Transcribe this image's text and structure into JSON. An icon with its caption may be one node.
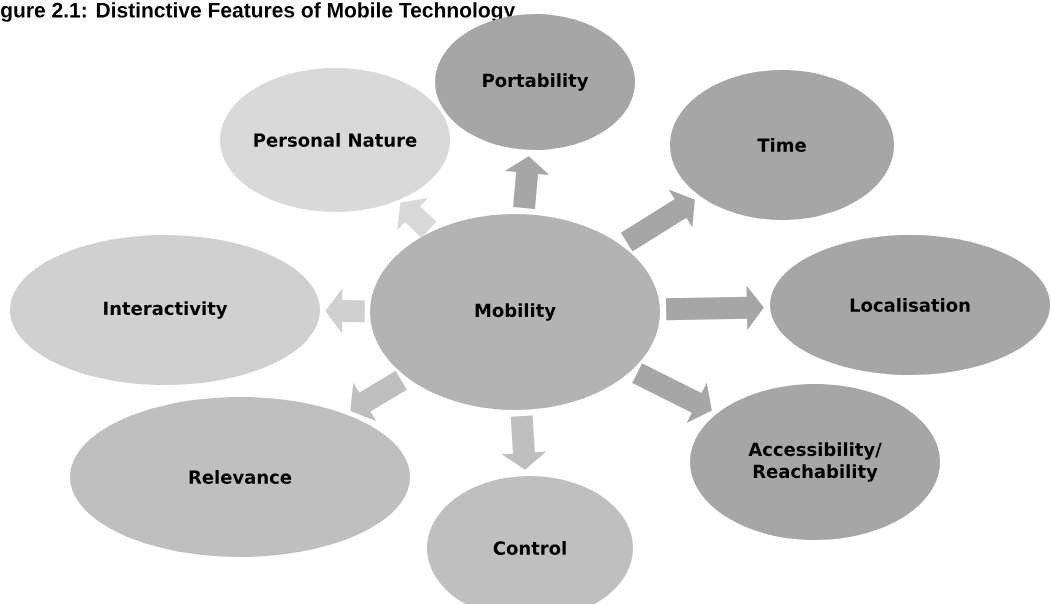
{
  "diagram": {
    "title": "gure 2.1: Distinctive Features of Mobile Technology",
    "nodes": [
      {
        "text": [
          "Mobility"
        ]
      },
      {
        "text": [
          "Portability"
        ]
      },
      {
        "text": [
          "Time"
        ]
      },
      {
        "text": [
          "Localisation"
        ]
      },
      {
        "text": [
          "Accessibility/ Reachability"
        ]
      },
      {
        "text": [
          "Control"
        ]
      },
      {
        "text": [
          "Relevance"
        ]
      },
      {
        "text": [
          "Interactivity"
        ]
      },
      {
        "text": [
          "Personal Nature"
        ]
      }
    ],
    "edges": [
      {
        "from": 0,
        "to": 1,
        "arrow": "to"
      },
      {
        "from": 0,
        "to": 2,
        "arrow": "to"
      },
      {
        "from": 0,
        "to": 3,
        "arrow": "to"
      },
      {
        "from": 0,
        "to": 4,
        "arrow": "to"
      },
      {
        "from": 0,
        "to": 5,
        "arrow": "to"
      },
      {
        "from": 0,
        "to": 6,
        "arrow": "to"
      },
      {
        "from": 0,
        "to": 7,
        "arrow": "to"
      },
      {
        "from": 0,
        "to": 8,
        "arrow": "to"
      }
    ]
  }
}
